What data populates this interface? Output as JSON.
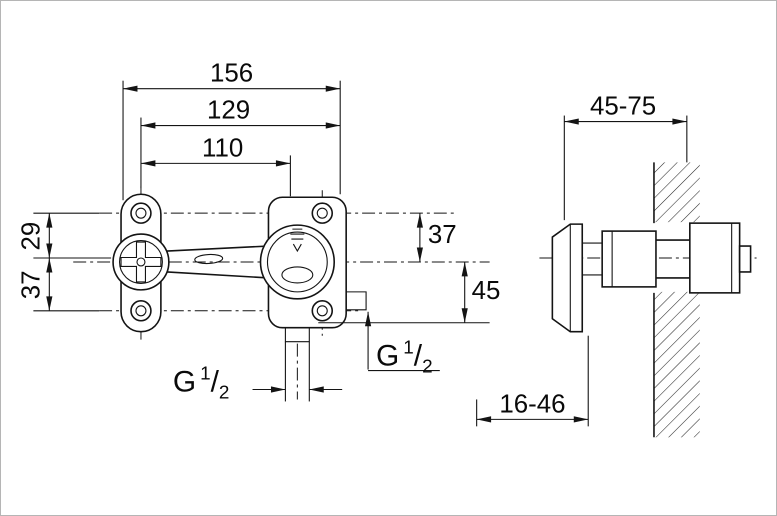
{
  "drawing": {
    "dimensions": {
      "top_outer": "156",
      "top_middle": "129",
      "top_inner": "110",
      "left_upper": "29",
      "left_lower": "37",
      "right_upper": "37",
      "right_lower": "45",
      "depth_range": "45-75",
      "offset_range": "16-46"
    },
    "threads": {
      "bottom": {
        "prefix": "G",
        "numerator": "1",
        "slash": "/",
        "denominator": "2"
      },
      "side": {
        "prefix": "G",
        "numerator": "1",
        "slash": "/",
        "denominator": "2"
      }
    }
  }
}
